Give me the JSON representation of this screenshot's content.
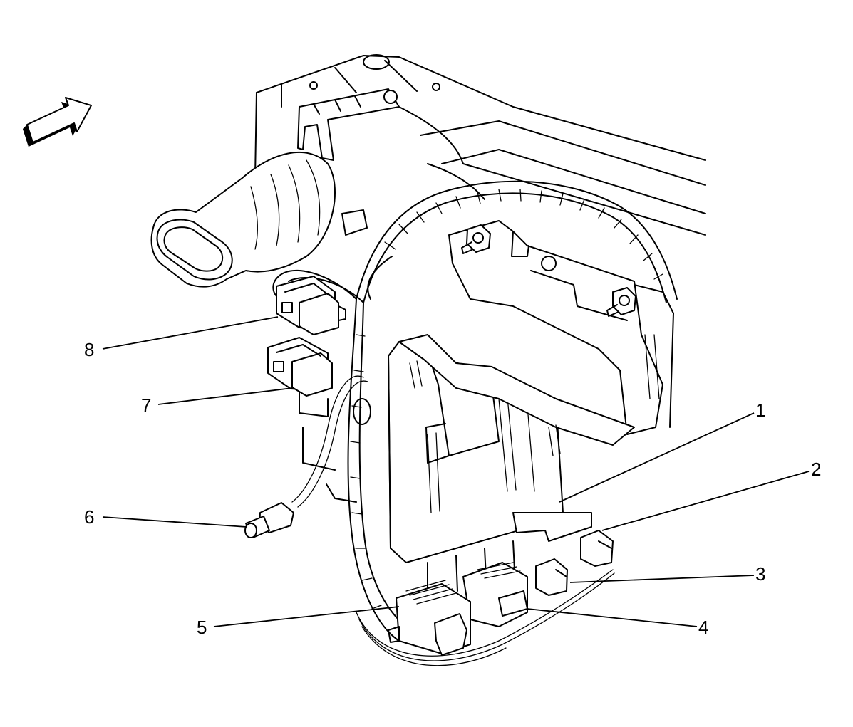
{
  "diagram": {
    "callouts": [
      {
        "id": "1",
        "label": "1"
      },
      {
        "id": "2",
        "label": "2"
      },
      {
        "id": "3",
        "label": "3"
      },
      {
        "id": "4",
        "label": "4"
      },
      {
        "id": "5",
        "label": "5"
      },
      {
        "id": "6",
        "label": "6"
      },
      {
        "id": "7",
        "label": "7"
      },
      {
        "id": "8",
        "label": "8"
      }
    ],
    "icons": {
      "direction_arrow": "forward-arrow-icon"
    }
  }
}
